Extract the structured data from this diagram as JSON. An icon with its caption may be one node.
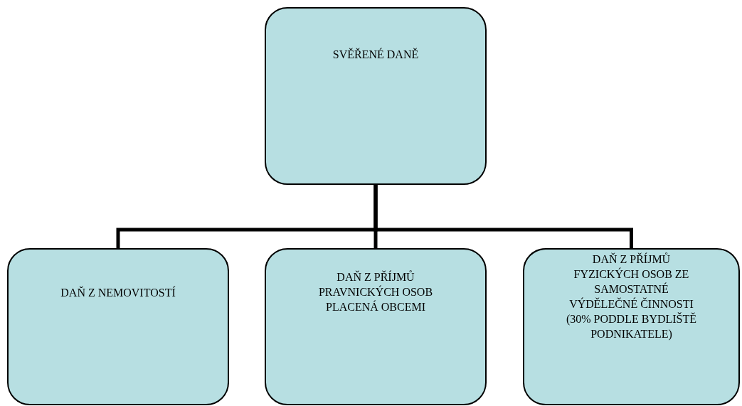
{
  "diagram": {
    "nodes": [
      {
        "text": [
          "SVĚŘENÉ DANĚ"
        ]
      },
      {
        "text": [
          "DAŇ Z NEMOVITOSTÍ"
        ]
      },
      {
        "text": [
          "DAŇ Z PŘÍJMŮ PRAVNICKÝCH OSOB PLACENÁ OBCEMI"
        ]
      },
      {
        "text": [
          "DAŇ Z PŘÍJMŮ FYZICKÝCH OSOB ZE SAMOSTATNÉ VÝDĚLEČNÉ ČINNOSTI (30% PODDLE BYDLIŠTĚ PODNIKATELE)"
        ]
      }
    ],
    "edges": [
      {
        "from": 0,
        "to": 1,
        "arrow": "none"
      },
      {
        "from": 0,
        "to": 2,
        "arrow": "none"
      },
      {
        "from": 0,
        "to": 3,
        "arrow": "none"
      }
    ]
  }
}
